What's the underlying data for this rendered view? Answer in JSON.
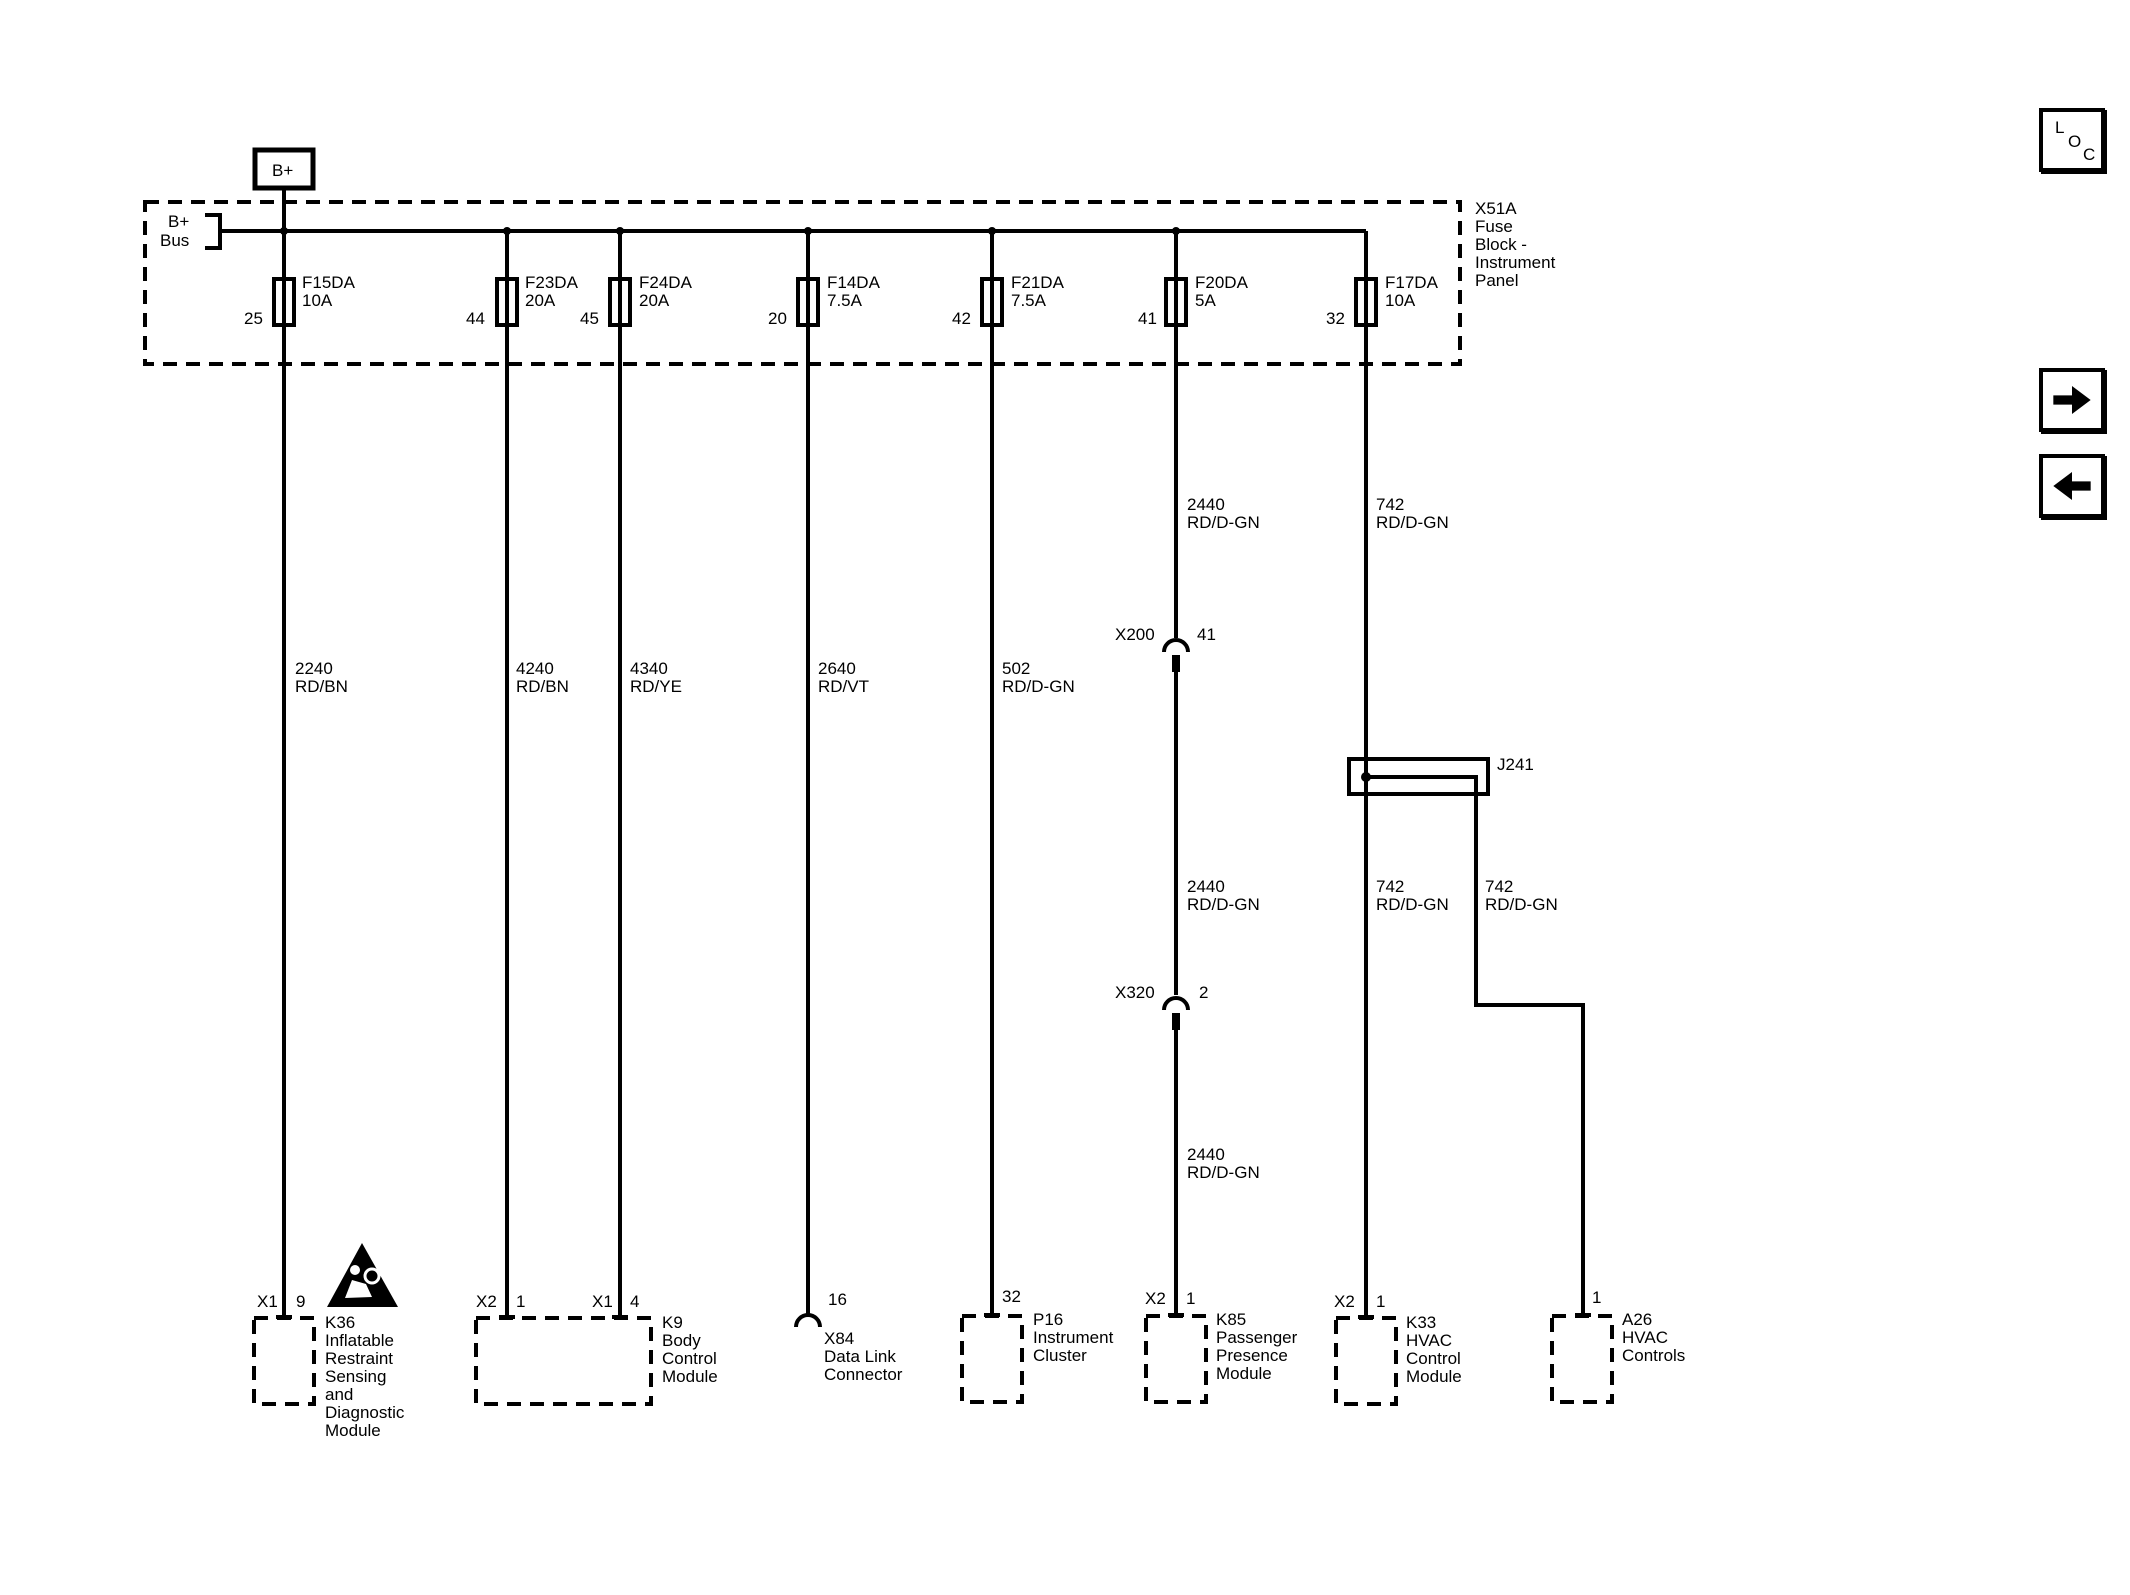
{
  "power_source": {
    "label": "B+"
  },
  "bus": {
    "label_line1": "B+",
    "label_line2": "Bus"
  },
  "fuse_block": {
    "lines": [
      "X51A",
      "Fuse",
      "Block -",
      "Instrument",
      "Panel"
    ]
  },
  "fuses": [
    {
      "name": "F15DA",
      "rating": "10A",
      "pin": "25"
    },
    {
      "name": "F23DA",
      "rating": "20A",
      "pin": "44"
    },
    {
      "name": "F24DA",
      "rating": "20A",
      "pin": "45"
    },
    {
      "name": "F14DA",
      "rating": "7.5A",
      "pin": "20"
    },
    {
      "name": "F21DA",
      "rating": "7.5A",
      "pin": "42"
    },
    {
      "name": "F20DA",
      "rating": "5A",
      "pin": "41"
    },
    {
      "name": "F17DA",
      "rating": "10A",
      "pin": "32"
    }
  ],
  "wires": [
    {
      "circuit": "2240",
      "color": "RD/BN"
    },
    {
      "circuit": "4240",
      "color": "RD/BN"
    },
    {
      "circuit": "4340",
      "color": "RD/YE"
    },
    {
      "circuit": "2640",
      "color": "RD/VT"
    },
    {
      "circuit": "502",
      "color": "RD/D-GN"
    },
    {
      "circuit": "2440",
      "color": "RD/D-GN"
    },
    {
      "circuit": "742",
      "color": "RD/D-GN"
    },
    {
      "circuit": "2440",
      "color": "RD/D-GN"
    },
    {
      "circuit": "742",
      "color": "RD/D-GN"
    },
    {
      "circuit": "742",
      "color": "RD/D-GN"
    },
    {
      "circuit": "2440",
      "color": "RD/D-GN"
    }
  ],
  "inline_connectors": [
    {
      "name": "X200",
      "pin": "41"
    },
    {
      "name": "X320",
      "pin": "2"
    }
  ],
  "splice": {
    "name": "J241"
  },
  "components": {
    "k36": {
      "connector": "X1",
      "pin": "9",
      "lines": [
        "K36",
        "Inflatable",
        "Restraint",
        "Sensing",
        "and",
        "Diagnostic",
        "Module"
      ],
      "icon": "airbag-warning-icon"
    },
    "k9": {
      "connector_a": "X2",
      "pin_a": "1",
      "connector_b": "X1",
      "pin_b": "4",
      "lines": [
        "K9",
        "Body",
        "Control",
        "Module"
      ]
    },
    "x84": {
      "pin": "16",
      "lines": [
        "X84",
        "Data Link",
        "Connector"
      ]
    },
    "p16": {
      "pin": "32",
      "lines": [
        "P16",
        "Instrument",
        "Cluster"
      ]
    },
    "k85": {
      "connector": "X2",
      "pin": "1",
      "lines": [
        "K85",
        "Passenger",
        "Presence",
        "Module"
      ]
    },
    "k33": {
      "connector": "X2",
      "pin": "1",
      "lines": [
        "K33",
        "HVAC",
        "Control",
        "Module"
      ]
    },
    "a26": {
      "pin": "1",
      "lines": [
        "A26",
        "HVAC",
        "Controls"
      ]
    }
  },
  "nav": {
    "loc_letters": [
      "L",
      "O",
      "C"
    ],
    "next_icon": "arrow-right-icon",
    "prev_icon": "arrow-left-icon"
  }
}
